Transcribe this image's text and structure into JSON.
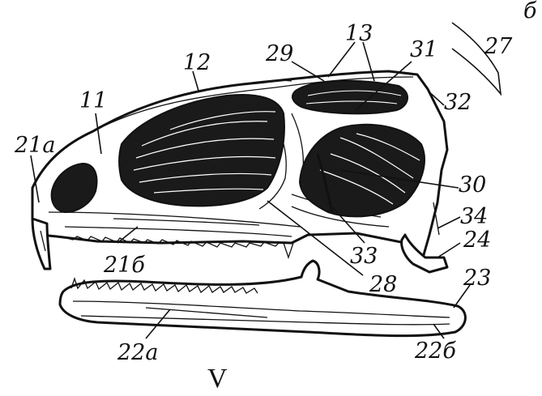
{
  "figure": {
    "numeral": "V",
    "corner_mark": "б",
    "labels": {
      "l11": "11",
      "l12": "12",
      "l13": "13",
      "l21a": "21а",
      "l21b": "21б",
      "l22a": "22а",
      "l22b": "22б",
      "l23": "23",
      "l24": "24",
      "l27": "27",
      "l28": "28",
      "l29": "29",
      "l30": "30",
      "l31": "31",
      "l32": "32",
      "l33": "33",
      "l34": "34"
    }
  }
}
